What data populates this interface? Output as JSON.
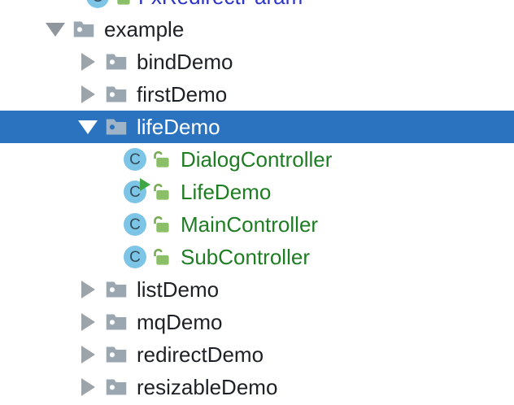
{
  "app": {
    "view": "project-tree",
    "selected_item": "lifeDemo"
  },
  "colors": {
    "selection_background": "#2B73BF",
    "selection_text": "#ffffff",
    "folder_icon": "#9AA7B1",
    "chevron": "#9CA3A9",
    "class_circle": "#7CC5E7",
    "class_letter_color": "#344A56",
    "class_text_green": "#1E7D22",
    "clipped_class_text_blue": "#2D34C8",
    "lock_green": "#8ABF67",
    "run_arrow_green": "#3FA648",
    "folder_text": "#1D2125",
    "background": "#ffffff"
  },
  "icons": {
    "class_letter": "C",
    "expanded": "chevron-down-icon",
    "collapsed": "chevron-right-icon",
    "folder": "folder-icon",
    "class_badge": "class-icon",
    "visibility": "open-lock-icon",
    "runnable": "run-arrow-icon"
  },
  "tree": {
    "rows": [
      {
        "label": "FxRedirectParam",
        "kind": "class",
        "level": 0,
        "clipped": true,
        "selected": false
      },
      {
        "label": "example",
        "kind": "folder",
        "level": 1,
        "state": "expanded",
        "selected": false
      },
      {
        "label": "bindDemo",
        "kind": "folder",
        "level": 2,
        "state": "collapsed",
        "selected": false
      },
      {
        "label": "firstDemo",
        "kind": "folder",
        "level": 2,
        "state": "collapsed",
        "selected": false
      },
      {
        "label": "lifeDemo",
        "kind": "folder",
        "level": 2,
        "state": "expanded",
        "selected": true
      },
      {
        "label": "DialogController",
        "kind": "class",
        "level": 3,
        "runnable": false,
        "selected": false
      },
      {
        "label": "LifeDemo",
        "kind": "class",
        "level": 3,
        "runnable": true,
        "selected": false
      },
      {
        "label": "MainController",
        "kind": "class",
        "level": 3,
        "runnable": false,
        "selected": false
      },
      {
        "label": "SubController",
        "kind": "class",
        "level": 3,
        "runnable": false,
        "selected": false
      },
      {
        "label": "listDemo",
        "kind": "folder",
        "level": 2,
        "state": "collapsed",
        "selected": false
      },
      {
        "label": "mqDemo",
        "kind": "folder",
        "level": 2,
        "state": "collapsed",
        "selected": false
      },
      {
        "label": "redirectDemo",
        "kind": "folder",
        "level": 2,
        "state": "collapsed",
        "selected": false
      },
      {
        "label": "resizableDemo",
        "kind": "folder",
        "level": 2,
        "state": "collapsed",
        "selected": false
      }
    ]
  }
}
